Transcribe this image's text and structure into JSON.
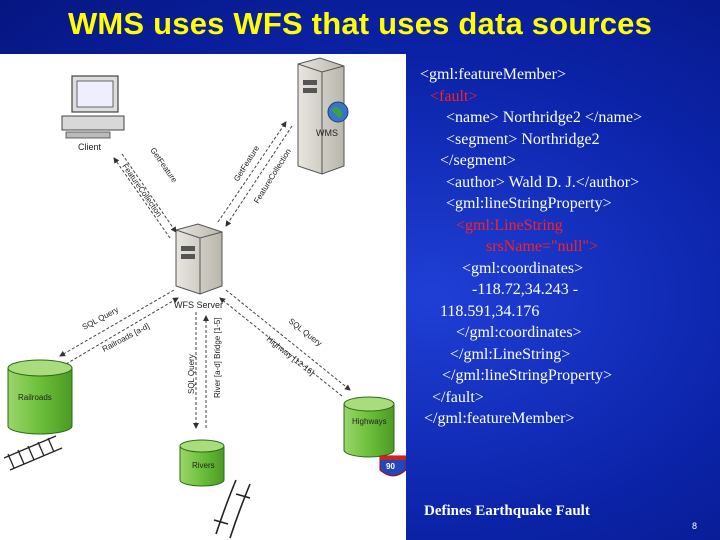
{
  "slide": {
    "title": "WMS uses WFS that uses data sources",
    "page_number": "8",
    "caption": "Defines Earthquake Fault"
  },
  "diagram": {
    "nodes": {
      "client": "Client",
      "wms": "WMS",
      "wfs_server": "WFS Server",
      "railroads": "Railroads",
      "highways": "Highways",
      "rivers": "Rivers"
    },
    "edges": {
      "get_feature_left": "GetFeature",
      "feature_collection_left": "FeatureCollection",
      "get_feature_right": "GetFeature",
      "feature_collection_right": "FeatureCollection",
      "sql_query_left": "SQL Query",
      "railroads_result": "Railroads [a-d]",
      "sql_query_right": "SQL Query",
      "highway_result": "Highway [12-16]",
      "sql_query_down": "SQL Query",
      "river_result": "River [a-d] Bridge [1-5]"
    },
    "shield_label": "90"
  },
  "xml": {
    "lines": [
      {
        "text": "<gml:featureMember>",
        "color": "white"
      },
      {
        "text": "<fault>",
        "color": "red"
      },
      {
        "text": "<name> Northridge2 </name>",
        "color": "white"
      },
      {
        "text": "<segment> Northridge2",
        "color": "white"
      },
      {
        "text": "</segment>",
        "color": "white"
      },
      {
        "text": "<author> Wald D. J.</author>",
        "color": "white"
      },
      {
        "text": "<gml:lineStringProperty>",
        "color": "white"
      },
      {
        "text": "<gml:LineString",
        "color": "red"
      },
      {
        "text": "srsName=\"null\">",
        "color": "red"
      },
      {
        "text": "<gml:coordinates>",
        "color": "white"
      },
      {
        "text": "-118.72,34.243 -",
        "color": "white"
      },
      {
        "text": "118.591,34.176",
        "color": "white"
      },
      {
        "text": "</gml:coordinates>",
        "color": "white"
      },
      {
        "text": "</gml:LineString>",
        "color": "white"
      },
      {
        "text": "</gml:lineStringProperty>",
        "color": "white"
      },
      {
        "text": "</fault>",
        "color": "white"
      },
      {
        "text": "</gml:featureMember>",
        "color": "white"
      }
    ]
  },
  "colors": {
    "title": "#ffff00",
    "tag_red": "#ff2020",
    "cylinder": "#7bc043",
    "background": "#0b23a8"
  }
}
